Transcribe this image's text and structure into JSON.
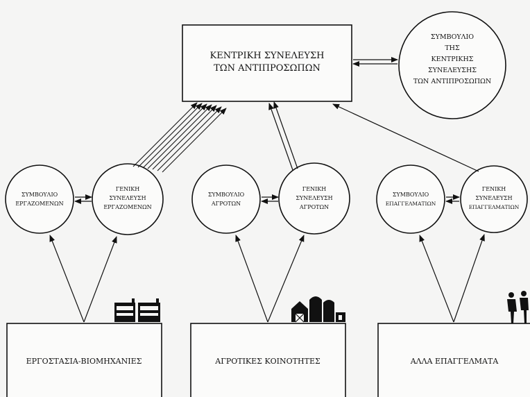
{
  "central": {
    "assembly": [
      "ΚΕΝΤΡΙΚΗ ΣΥΝΕΛΕΥΣΗ",
      "ΤΩΝ ΑΝΤΙΠΡΟΣΩΠΩΝ"
    ],
    "council": [
      "ΣΥΜΒΟΥΛΙΟ",
      "ΤΗΣ",
      "ΚΕΝΤΡΙΚΗΣ",
      "ΣΥΝΕΛΕΥΣΗΣ",
      "ΤΩΝ ΑΝΤΙΠΡΟΣΩΠΩΝ"
    ]
  },
  "groups": [
    {
      "council": [
        "ΣΥΜΒΟΥΛΙΟ",
        "ΕΡΓΑΖΟΜΕΝΩΝ"
      ],
      "assembly": [
        "ΓΕΝΙΚΗ",
        "ΣΥΝΕΛΕΥΣΗ",
        "ΕΡΓΑΖΟΜΕΝΩΝ"
      ],
      "base": "ΕΡΓΟΣΤΑΣΙΑ-ΒΙΟΜΗΧΑΝΙΕΣ",
      "pictogram": "factory-icon"
    },
    {
      "council": [
        "ΣΥΜΒΟΥΛΙΟ",
        "ΑΓΡΟΤΩΝ"
      ],
      "assembly": [
        "ΓΕΝΙΚΗ",
        "ΣΥΝΕΛΕΥΣΗ",
        "ΑΓΡΟΤΩΝ"
      ],
      "base": "ΑΓΡΟΤΙΚΕΣ ΚΟΙΝΟΤΗΤΕΣ",
      "pictogram": "farm-barn-icon"
    },
    {
      "council": [
        "ΣΥΜΒΟΥΛΙΟ",
        "ΕΠΑΓΓΕΛΜΑΤΙΩΝ"
      ],
      "assembly": [
        "ΓΕΝΙΚΗ",
        "ΣΥΝΕΛΕΥΣΗ",
        "ΕΠΑΓΓΕΛΜΑΤΙΩΝ"
      ],
      "base": "ΑΛΛΑ ΕΠΑΓΓΕΛΜΑΤΑ",
      "pictogram": "people-icon"
    }
  ],
  "colors": {
    "ink": "#111111",
    "paper": "#f5f5f4"
  }
}
